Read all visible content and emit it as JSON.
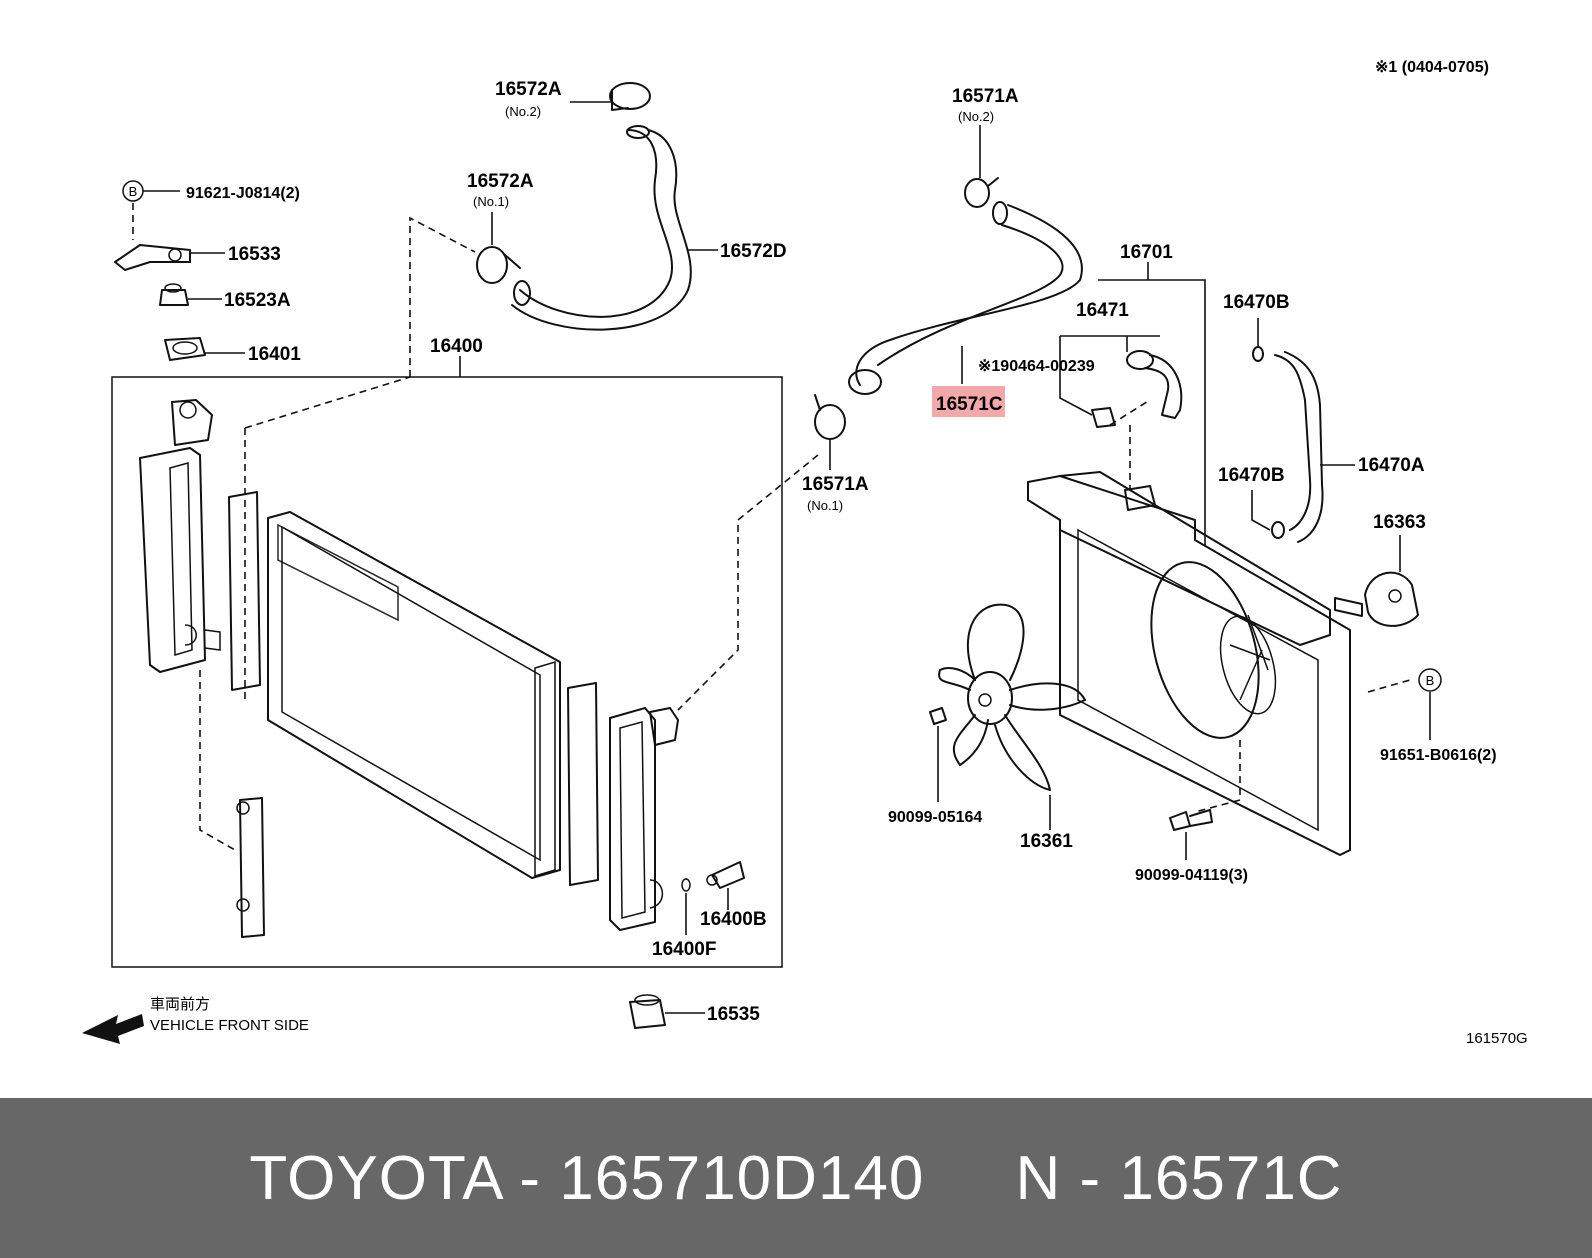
{
  "diagram": {
    "ref_note": "※1 (0404-0705)",
    "drawing_code": "161570G",
    "direction_jp": "車両前方",
    "direction_en": "VEHICLE FRONT SIDE",
    "highlighted_part": "16571C",
    "labels": {
      "p16572A_no2": "16572A",
      "p16572A_no2_sub": "(No.2)",
      "p16572A_no1": "16572A",
      "p16572A_no1_sub": "(No.1)",
      "p16572D": "16572D",
      "p91621": "91621-J0814(2)",
      "p16533": "16533",
      "p16523A": "16523A",
      "p16401": "16401",
      "p16400": "16400",
      "p16571A_no2": "16571A",
      "p16571A_no2_sub": "(No.2)",
      "p16571A_no1": "16571A",
      "p16571A_no1_sub": "(No.1)",
      "p16701": "16701",
      "p16471": "16471",
      "p190464": "※190464-00239",
      "p16470B_top": "16470B",
      "p16470A": "16470A",
      "p16470B_mid": "16470B",
      "p16363": "16363",
      "p91651": "91651-B0616(2)",
      "p90099_05164": "90099-05164",
      "p16361": "16361",
      "p90099_04119": "90099-04119(3)",
      "p16400B": "16400B",
      "p16400F": "16400F",
      "p16535": "16535",
      "callout_B": "B"
    }
  },
  "footer": {
    "caption": "TOYOTA - 165710D140     N - 16571C"
  }
}
